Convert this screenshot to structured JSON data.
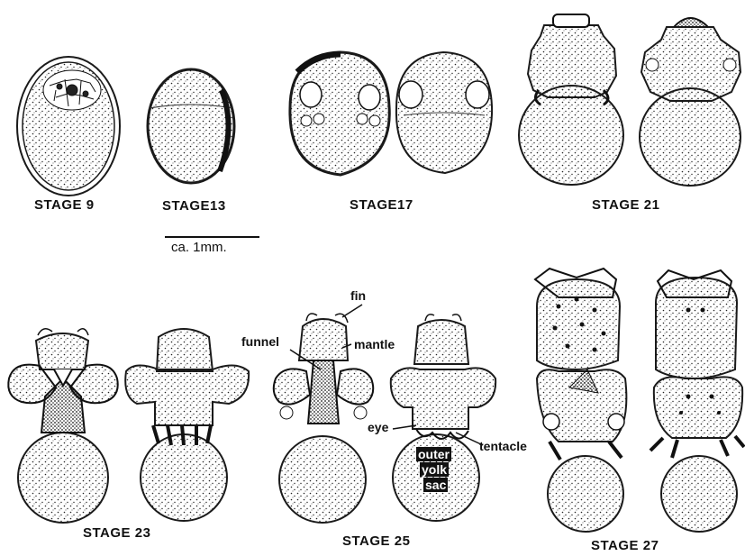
{
  "stages": [
    {
      "label": "STAGE 9"
    },
    {
      "label": "STAGE13"
    },
    {
      "label": "STAGE17"
    },
    {
      "label": "STAGE 21"
    },
    {
      "label": "STAGE 23"
    },
    {
      "label": "STAGE 25"
    },
    {
      "label": "STAGE 27"
    }
  ],
  "scale_bar": {
    "label": "ca. 1mm."
  },
  "annotations": {
    "fin": "fin",
    "funnel": "funnel",
    "mantle": "mantle",
    "eye": "eye",
    "tentacle": "tentacle",
    "outer_yolk_sac": [
      "outer",
      "yolk",
      "sac"
    ]
  },
  "style": {
    "ink": "#1a1a1a",
    "paper": "#ffffff"
  }
}
